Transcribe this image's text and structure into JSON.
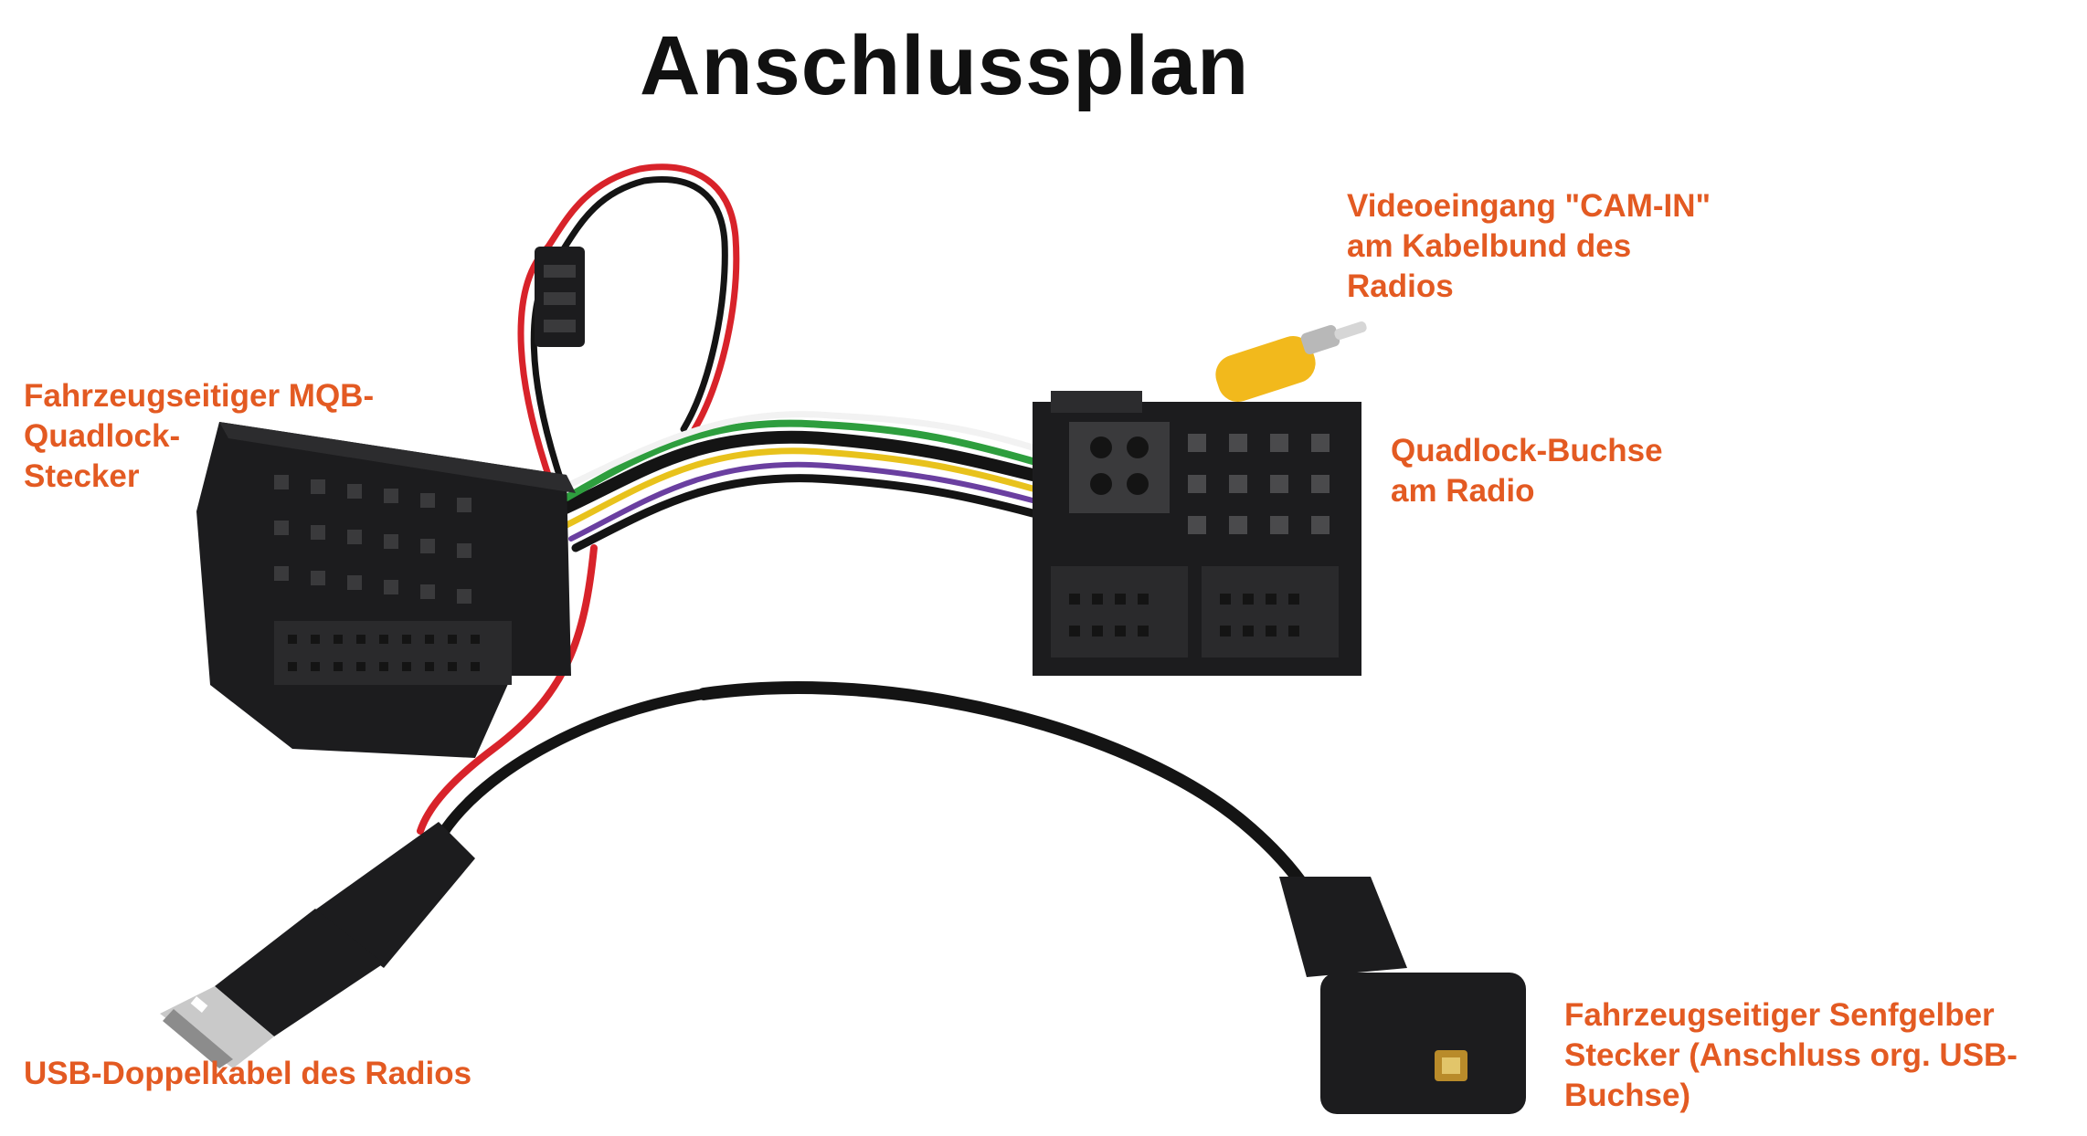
{
  "title": "Anschlussplan",
  "colors": {
    "label": "#e35a22",
    "title": "#111111",
    "connector_body": "#1c1c1e",
    "wire_red": "#d8232a",
    "wire_green": "#2e9e3e",
    "wire_yellow": "#e8c21c",
    "wire_purple": "#6a3fa0",
    "rca_yellow": "#f2b91c"
  },
  "labels": {
    "mqb_plug": {
      "line1": "Fahrzeugseitiger MQB-",
      "line2": "Quadlock-",
      "line3": "Stecker"
    },
    "video_in": {
      "line1": "Videoeingang \"CAM-IN\"",
      "line2": "am Kabelbund des",
      "line3": "Radios"
    },
    "quadlock_socket": {
      "line1": "Quadlock-Buchse",
      "line2": "am Radio"
    },
    "usb_cable": {
      "line1": "USB-Doppelkabel des Radios"
    },
    "senf_plug": {
      "line1": "Fahrzeugseitiger Senfgelber",
      "line2": "Stecker (Anschluss org. USB-",
      "line3": "Buchse)"
    }
  },
  "icons": [
    "mqb-quadlock-plug-icon",
    "quadlock-socket-icon",
    "rca-plug-icon",
    "usb-a-plug-icon",
    "senf-usb-plug-icon",
    "inline-connector-icon"
  ]
}
